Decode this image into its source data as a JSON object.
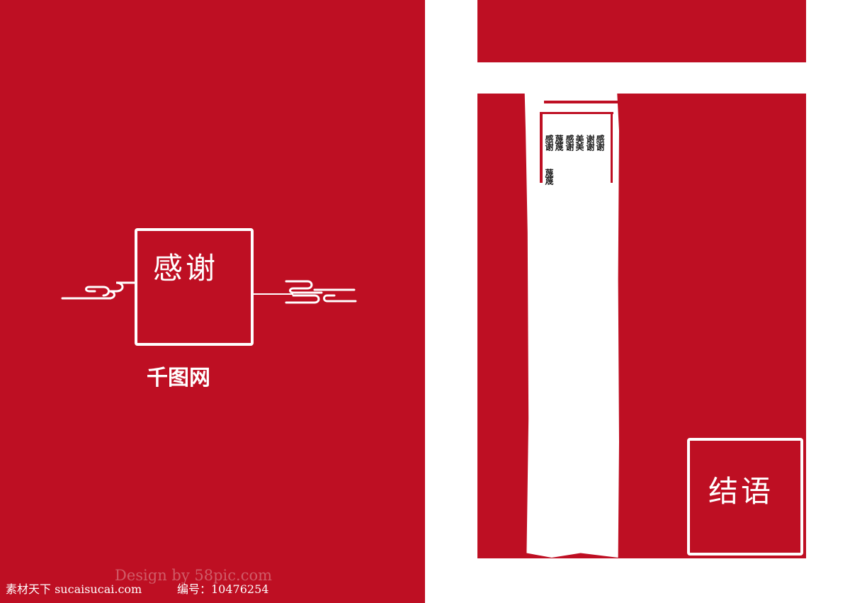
{
  "colors": {
    "red": "#be0f23",
    "white": "#ffffff"
  },
  "left": {
    "seal_text": "感谢",
    "logo": "千图网"
  },
  "right": {
    "seal_text": "结语",
    "vertical_text_columns": [
      "感谢",
      "蔑蔑",
      "感谢",
      "美美",
      "谢谢",
      "感谢",
      "蔑蔑"
    ]
  },
  "watermark": {
    "design_by": "Design by 58pic.com",
    "site": "素材天下 sucaisucai.com",
    "id": "编号：10476254"
  }
}
